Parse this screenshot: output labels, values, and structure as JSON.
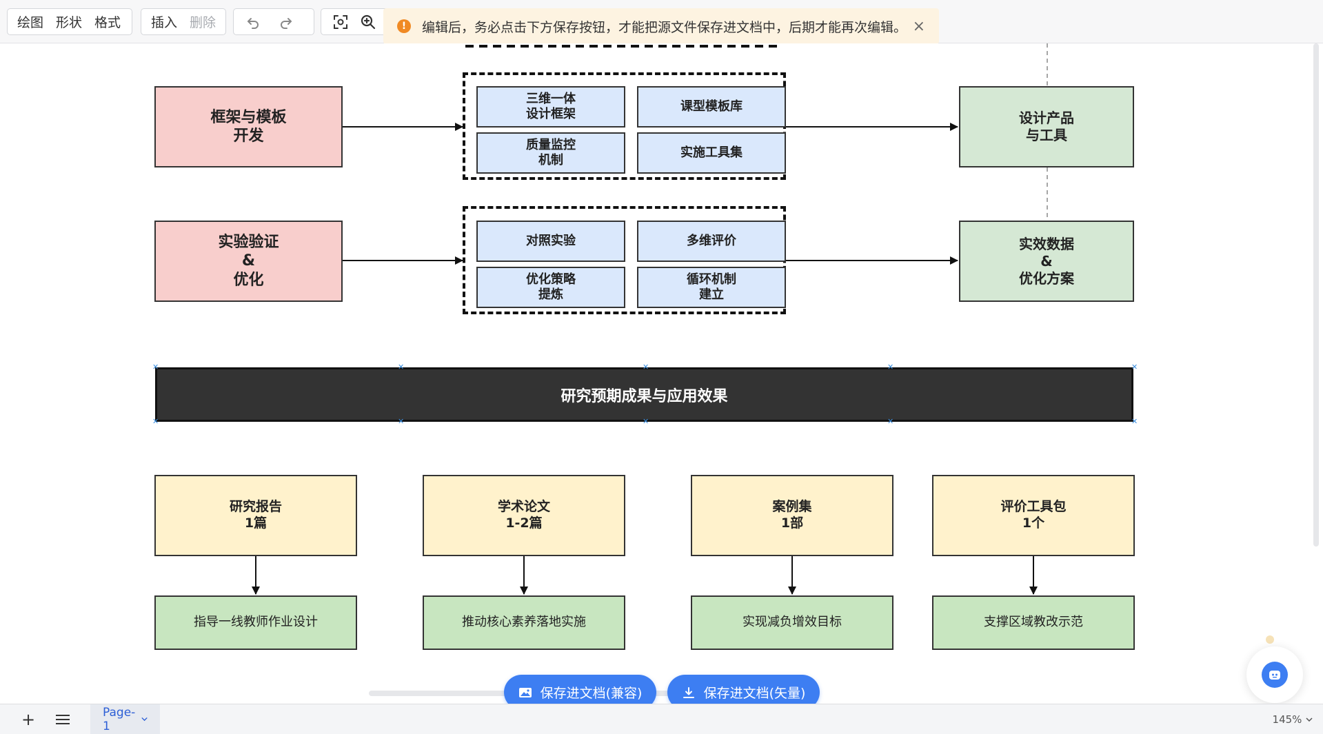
{
  "toolbar": {
    "group1": [
      "绘图",
      "形状",
      "格式"
    ],
    "insert_label": "插入",
    "delete_label": "删除",
    "icons": [
      "undo-icon",
      "redo-icon",
      "fit-screen-icon",
      "zoom-in-icon"
    ]
  },
  "notice": {
    "text": "编辑后，务必点击下方保存按钮，才能把源文件保存进文档中，后期才能再次编辑。",
    "close_label": "×",
    "warn_glyph": "!",
    "accent": "#f08a24"
  },
  "diagram": {
    "rows": [
      {
        "left": "框架与模板\n开发",
        "items": [
          "三维一体\n设计框架",
          "课型模板库",
          "质量监控\n机制",
          "实施工具集"
        ],
        "right": "设计产品\n与工具"
      },
      {
        "left": "实验验证\n&\n优化",
        "items": [
          "对照实验",
          "多维评价",
          "优化策略\n提炼",
          "循环机制\n建立"
        ],
        "right": "实效数据\n&\n优化方案"
      }
    ],
    "banner": "研究预期成果与应用效果",
    "outcomes": [
      {
        "title": "研究报告\n1篇",
        "effect": "指导一线教师作业设计"
      },
      {
        "title": "学术论文\n1-2篇",
        "effect": "推动核心素养落地实施"
      },
      {
        "title": "案例集\n1部",
        "effect": "实现减负增效目标"
      },
      {
        "title": "评价工具包\n1个",
        "effect": "支撑区域教改示范"
      }
    ],
    "colors": {
      "pink": "#f8cecc",
      "green": "#d5e8d4",
      "blue": "#dae8fc",
      "yellow": "#fff2cc",
      "light_green": "#c8e6c0",
      "banner": "#333333"
    }
  },
  "save": {
    "compat_label": "保存进文档(兼容)",
    "vector_label": "保存进文档(矢量)",
    "color": "#3d7ef2"
  },
  "bottombar": {
    "add_label": "+",
    "page_tab": "Page-1",
    "zoom": "145%"
  }
}
